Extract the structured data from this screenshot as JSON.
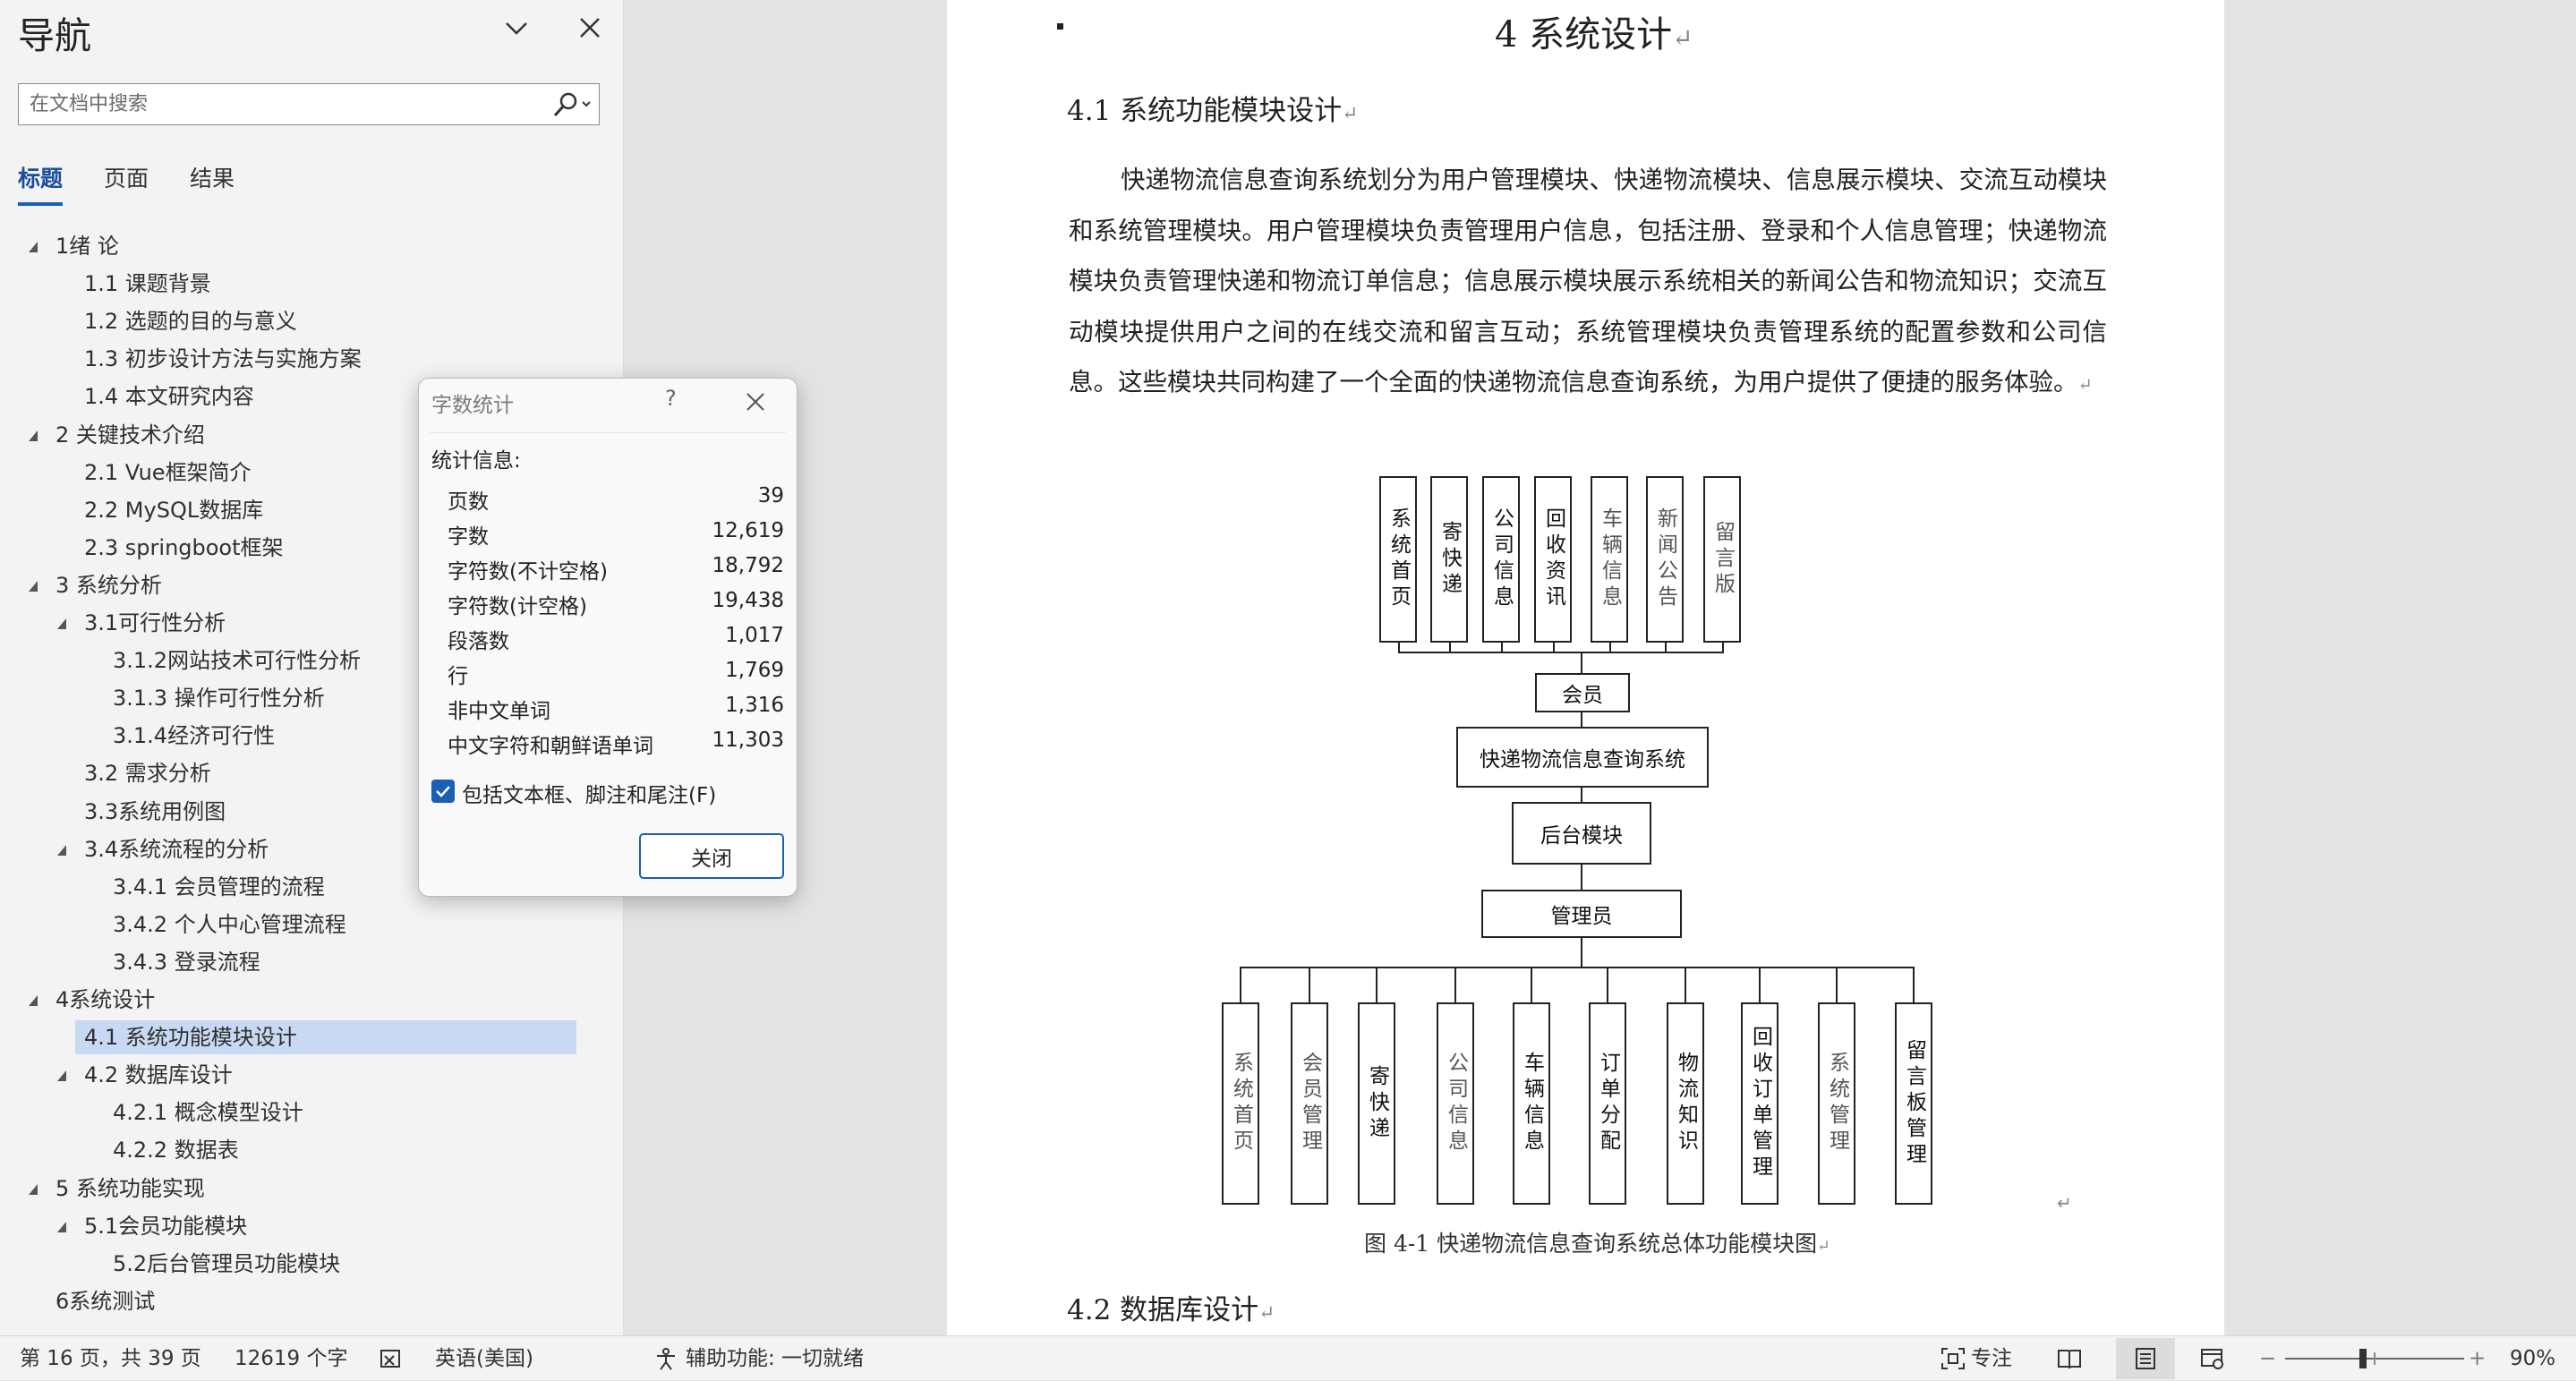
{
  "nav": {
    "title": "导航",
    "search_placeholder": "在文档中搜索",
    "tabs": [
      "标题",
      "页面",
      "结果"
    ],
    "tree": [
      {
        "text": "1绪 论",
        "toggle": true
      },
      {
        "text": "1.1 课题背景",
        "toggle": false
      },
      {
        "text": "1.2 选题的目的与意义",
        "toggle": false
      },
      {
        "text": "1.3 初步设计方法与实施方案",
        "toggle": false
      },
      {
        "text": "1.4 本文研究内容",
        "toggle": false
      },
      {
        "text": "2 关键技术介绍",
        "toggle": true
      },
      {
        "text": "2.1 Vue框架简介",
        "toggle": false
      },
      {
        "text": "2.2  MySQL数据库",
        "toggle": false
      },
      {
        "text": "2.3 springboot框架",
        "toggle": false
      },
      {
        "text": "3 系统分析",
        "toggle": true
      },
      {
        "text": "3.1可行性分析",
        "toggle": true
      },
      {
        "text": "3.1.2网站技术可行性分析",
        "toggle": false
      },
      {
        "text": "3.1.3 操作可行性分析",
        "toggle": false
      },
      {
        "text": "3.1.4经济可行性",
        "toggle": false
      },
      {
        "text": "3.2 需求分析",
        "toggle": false
      },
      {
        "text": "3.3系统用例图",
        "toggle": false
      },
      {
        "text": "3.4系统流程的分析",
        "toggle": true
      },
      {
        "text": "3.4.1 会员管理的流程",
        "toggle": false
      },
      {
        "text": "3.4.2 个人中心管理流程",
        "toggle": false
      },
      {
        "text": "3.4.3 登录流程",
        "toggle": false
      },
      {
        "text": "4系统设计",
        "toggle": true
      },
      {
        "text": "4.1 系统功能模块设计",
        "toggle": false
      },
      {
        "text": "4.2 数据库设计",
        "toggle": true
      },
      {
        "text": "4.2.1 概念模型设计",
        "toggle": false
      },
      {
        "text": "4.2.2 数据表",
        "toggle": false
      },
      {
        "text": "5 系统功能实现",
        "toggle": true
      },
      {
        "text": "5.1会员功能模块",
        "toggle": true
      },
      {
        "text": "5.2后台管理员功能模块",
        "toggle": false
      },
      {
        "text": "6系统测试",
        "toggle": false
      }
    ]
  },
  "document": {
    "chapter_title": "4 系统设计",
    "section_41": "4.1  系统功能模块设计",
    "paragraph": "快递物流信息查询系统划分为用户管理模块、快递物流模块、信息展示模块、交流互动模块和系统管理模块。用户管理模块负责管理用户信息，包括注册、登录和个人信息管理；快递物流模块负责管理快递和物流订单信息；信息展示模块展示系统相关的新闻公告和物流知识；交流互动模块提供用户之间的在线交流和留言互动；系统管理模块负责管理系统的配置参数和公司信息。这些模块共同构建了一个全面的快递物流信息查询系统，为用户提供了便捷的服务体验。",
    "figure_caption": "图 4-1 快递物流信息查询系统总体功能模块图",
    "section_42": "4.2  数据库设计",
    "diagram": {
      "top_modules": [
        "系统首页",
        "寄快递",
        "公司信息",
        "回收资讯",
        "车辆信息",
        "新闻公告",
        "留言版"
      ],
      "member": "会员",
      "system": "快递物流信息查询系统",
      "backend": "后台模块",
      "admin": "管理员",
      "bottom_modules": [
        "系统首页",
        "会员管理",
        "寄快递",
        "公司信息",
        "车辆信息",
        "订单分配",
        "物流知识",
        "回收订单管理",
        "系统管理",
        "留言板管理"
      ]
    }
  },
  "word_count": {
    "title": "字数统计",
    "help": "?",
    "heading": "统计信息:",
    "rows": [
      {
        "label": "页数",
        "value": "39"
      },
      {
        "label": "字数",
        "value": "12,619"
      },
      {
        "label": "字符数(不计空格)",
        "value": "18,792"
      },
      {
        "label": "字符数(计空格)",
        "value": "19,438"
      },
      {
        "label": "段落数",
        "value": "1,017"
      },
      {
        "label": "行",
        "value": "1,769"
      },
      {
        "label": "非中文单词",
        "value": "1,316"
      },
      {
        "label": "中文字符和朝鲜语单词",
        "value": "11,303"
      }
    ],
    "checkbox_label": "包括文本框、脚注和尾注(F)",
    "checkbox_checked": true,
    "close_label": "关闭"
  },
  "statusbar": {
    "page_info": "第 16 页，共 39 页",
    "word_info": "12619 个字",
    "language": "英语(美国)",
    "accessibility": "辅助功能: 一切就绪",
    "focus": "专注",
    "zoom": "90%",
    "zoom_minus": "−",
    "zoom_plus": "+"
  },
  "colors": {
    "accent": "#1a5fb4",
    "selection": "#c8daf3"
  }
}
